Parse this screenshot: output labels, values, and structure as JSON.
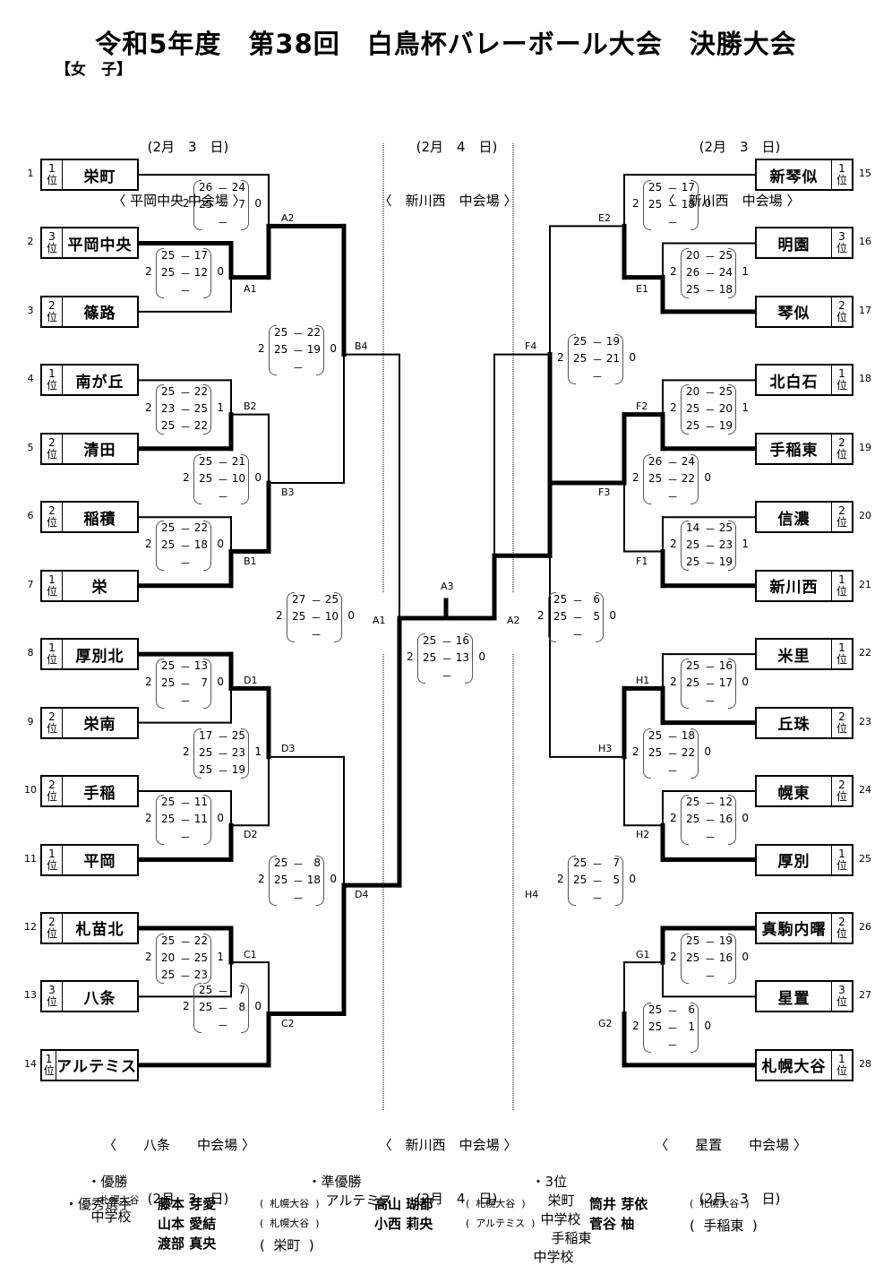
{
  "title": "令和5年度　第38回　白鳥杯バレーボール大会　決勝大会",
  "subtitle": "【女　子】",
  "headers": {
    "top_left": {
      "date": "(2月　3　日)",
      "venue": "〈 平岡中央 中会場 〉"
    },
    "top_center": {
      "date": "(2月　4　日)",
      "venue": "〈　新川西　中会場 〉"
    },
    "top_right": {
      "date": "(2月　3　日)",
      "venue": "〈　新川西　中会場 〉"
    },
    "bottom_left": {
      "venue": "〈　　八条　　中会場 〉",
      "date": "(2月　3　日)"
    },
    "bottom_center": {
      "venue": "〈　新川西　中会場 〉",
      "date": "(2月　4　日)"
    },
    "bottom_right": {
      "venue": "〈　　星置　　中会場 〉",
      "date": "(2月　3　日)"
    }
  },
  "teams": [
    {
      "seed": "1",
      "rank": "1",
      "rank_suffix": "位",
      "name": "栄町",
      "side": "left"
    },
    {
      "seed": "2",
      "rank": "3",
      "rank_suffix": "位",
      "name": "平岡中央",
      "side": "left"
    },
    {
      "seed": "3",
      "rank": "2",
      "rank_suffix": "位",
      "name": "篠路",
      "side": "left"
    },
    {
      "seed": "4",
      "rank": "1",
      "rank_suffix": "位",
      "name": "南が丘",
      "side": "left"
    },
    {
      "seed": "5",
      "rank": "2",
      "rank_suffix": "位",
      "name": "清田",
      "side": "left"
    },
    {
      "seed": "6",
      "rank": "2",
      "rank_suffix": "位",
      "name": "稲積",
      "side": "left"
    },
    {
      "seed": "7",
      "rank": "1",
      "rank_suffix": "位",
      "name": "栄",
      "side": "left"
    },
    {
      "seed": "8",
      "rank": "1",
      "rank_suffix": "位",
      "name": "厚別北",
      "side": "left"
    },
    {
      "seed": "9",
      "rank": "2",
      "rank_suffix": "位",
      "name": "栄南",
      "side": "left"
    },
    {
      "seed": "10",
      "rank": "2",
      "rank_suffix": "位",
      "name": "手稲",
      "side": "left"
    },
    {
      "seed": "11",
      "rank": "1",
      "rank_suffix": "位",
      "name": "平岡",
      "side": "left"
    },
    {
      "seed": "12",
      "rank": "2",
      "rank_suffix": "位",
      "name": "札苗北",
      "side": "left"
    },
    {
      "seed": "13",
      "rank": "3",
      "rank_suffix": "位",
      "name": "八条",
      "side": "left"
    },
    {
      "seed": "14",
      "rank": "1",
      "rank_suffix": "位",
      "name": "アルテミス",
      "side": "left"
    },
    {
      "seed": "15",
      "rank": "1",
      "rank_suffix": "位",
      "name": "新琴似",
      "side": "right"
    },
    {
      "seed": "16",
      "rank": "3",
      "rank_suffix": "位",
      "name": "明園",
      "side": "right"
    },
    {
      "seed": "17",
      "rank": "2",
      "rank_suffix": "位",
      "name": "琴似",
      "side": "right"
    },
    {
      "seed": "18",
      "rank": "1",
      "rank_suffix": "位",
      "name": "北白石",
      "side": "right"
    },
    {
      "seed": "19",
      "rank": "2",
      "rank_suffix": "位",
      "name": "手稲東",
      "side": "right"
    },
    {
      "seed": "20",
      "rank": "2",
      "rank_suffix": "位",
      "name": "信濃",
      "side": "right"
    },
    {
      "seed": "21",
      "rank": "1",
      "rank_suffix": "位",
      "name": "新川西",
      "side": "right"
    },
    {
      "seed": "22",
      "rank": "1",
      "rank_suffix": "位",
      "name": "米里",
      "side": "right"
    },
    {
      "seed": "23",
      "rank": "2",
      "rank_suffix": "位",
      "name": "丘珠",
      "side": "right"
    },
    {
      "seed": "24",
      "rank": "2",
      "rank_suffix": "位",
      "name": "幌東",
      "side": "right"
    },
    {
      "seed": "25",
      "rank": "1",
      "rank_suffix": "位",
      "name": "厚別",
      "side": "right"
    },
    {
      "seed": "26",
      "rank": "2",
      "rank_suffix": "位",
      "name": "真駒内曙",
      "side": "right"
    },
    {
      "seed": "27",
      "rank": "3",
      "rank_suffix": "位",
      "name": "星置",
      "side": "right"
    },
    {
      "seed": "28",
      "rank": "1",
      "rank_suffix": "位",
      "name": "札幌大谷",
      "side": "right"
    }
  ],
  "matches": [
    {
      "id": "A1",
      "label": "A1",
      "top": "平岡中央",
      "bottom": "篠路",
      "winner": "top",
      "sets_w": "2",
      "sets_l": "0",
      "games": [
        [
          "25",
          "17"
        ],
        [
          "25",
          "12"
        ],
        [
          "",
          ""
        ]
      ]
    },
    {
      "id": "A2",
      "label": "A2",
      "top": "栄町",
      "bottom": "A1",
      "winner": "bottom",
      "sets_w": "2",
      "sets_l": "0",
      "games": [
        [
          "26",
          "24"
        ],
        [
          "25",
          "7"
        ],
        [
          "",
          ""
        ]
      ]
    },
    {
      "id": "B2",
      "label": "B2",
      "top": "南が丘",
      "bottom": "清田",
      "winner": "bottom",
      "sets_w": "2",
      "sets_l": "1",
      "games": [
        [
          "25",
          "22"
        ],
        [
          "23",
          "25"
        ],
        [
          "25",
          "22"
        ]
      ]
    },
    {
      "id": "B1",
      "label": "B1",
      "top": "稲積",
      "bottom": "栄",
      "winner": "bottom",
      "sets_w": "2",
      "sets_l": "0",
      "games": [
        [
          "25",
          "22"
        ],
        [
          "25",
          "18"
        ],
        [
          "",
          ""
        ]
      ]
    },
    {
      "id": "B3",
      "label": "B3",
      "top": "B2",
      "bottom": "B1",
      "winner": "bottom",
      "sets_w": "2",
      "sets_l": "0",
      "games": [
        [
          "25",
          "21"
        ],
        [
          "25",
          "10"
        ],
        [
          "",
          ""
        ]
      ]
    },
    {
      "id": "B4",
      "label": "B4",
      "top": "A2",
      "bottom": "B3",
      "winner": "top",
      "sets_w": "2",
      "sets_l": "0",
      "games": [
        [
          "25",
          "22"
        ],
        [
          "25",
          "19"
        ],
        [
          "",
          ""
        ]
      ]
    },
    {
      "id": "D1",
      "label": "D1",
      "top": "厚別北",
      "bottom": "栄南",
      "winner": "top",
      "sets_w": "2",
      "sets_l": "0",
      "games": [
        [
          "25",
          "13"
        ],
        [
          "25",
          "7"
        ],
        [
          "",
          ""
        ]
      ]
    },
    {
      "id": "D2",
      "label": "D2",
      "top": "手稲",
      "bottom": "平岡",
      "winner": "bottom",
      "sets_w": "2",
      "sets_l": "0",
      "games": [
        [
          "25",
          "11"
        ],
        [
          "25",
          "11"
        ],
        [
          "",
          ""
        ]
      ]
    },
    {
      "id": "D3",
      "label": "D3",
      "top": "D1",
      "bottom": "D2",
      "winner": "top",
      "sets_w": "2",
      "sets_l": "1",
      "games": [
        [
          "17",
          "25"
        ],
        [
          "25",
          "23"
        ],
        [
          "25",
          "19"
        ]
      ]
    },
    {
      "id": "C1",
      "label": "C1",
      "top": "札苗北",
      "bottom": "八条",
      "winner": "top",
      "sets_w": "2",
      "sets_l": "1",
      "games": [
        [
          "25",
          "22"
        ],
        [
          "20",
          "25"
        ],
        [
          "25",
          "23"
        ]
      ]
    },
    {
      "id": "C2",
      "label": "C2",
      "top": "C1",
      "bottom": "アルテミス",
      "winner": "bottom",
      "sets_w": "2",
      "sets_l": "0",
      "games": [
        [
          "25",
          "7"
        ],
        [
          "25",
          "8"
        ],
        [
          "",
          ""
        ]
      ]
    },
    {
      "id": "D4",
      "label": "D4",
      "top": "D3",
      "bottom": "C2",
      "winner": "bottom",
      "sets_w": "2",
      "sets_l": "0",
      "games": [
        [
          "25",
          "8"
        ],
        [
          "25",
          "18"
        ],
        [
          "",
          ""
        ]
      ]
    },
    {
      "id": "SA1",
      "label": "A1",
      "top": "B4",
      "bottom": "D4",
      "winner": "bottom",
      "sets_w": "2",
      "sets_l": "0",
      "games": [
        [
          "27",
          "25"
        ],
        [
          "25",
          "10"
        ],
        [
          "",
          ""
        ]
      ]
    },
    {
      "id": "E1",
      "label": "E1",
      "top": "明園",
      "bottom": "琴似",
      "winner": "bottom",
      "sets_w": "2",
      "sets_l": "1",
      "games": [
        [
          "20",
          "25"
        ],
        [
          "26",
          "24"
        ],
        [
          "25",
          "18"
        ]
      ]
    },
    {
      "id": "E2",
      "label": "E2",
      "top": "新琴似",
      "bottom": "E1",
      "winner": "bottom",
      "sets_w": "2",
      "sets_l": "0",
      "games": [
        [
          "25",
          "17"
        ],
        [
          "25",
          "18"
        ],
        [
          "",
          ""
        ]
      ]
    },
    {
      "id": "F2",
      "label": "F2",
      "top": "北白石",
      "bottom": "手稲東",
      "winner": "bottom",
      "sets_w": "2",
      "sets_l": "1",
      "games": [
        [
          "20",
          "25"
        ],
        [
          "25",
          "20"
        ],
        [
          "25",
          "19"
        ]
      ]
    },
    {
      "id": "F1",
      "label": "F1",
      "top": "信濃",
      "bottom": "新川西",
      "winner": "bottom",
      "sets_w": "2",
      "sets_l": "1",
      "games": [
        [
          "14",
          "25"
        ],
        [
          "25",
          "23"
        ],
        [
          "25",
          "19"
        ]
      ]
    },
    {
      "id": "F3",
      "label": "F3",
      "top": "F2",
      "bottom": "F1",
      "winner": "top",
      "sets_w": "2",
      "sets_l": "0",
      "games": [
        [
          "26",
          "24"
        ],
        [
          "25",
          "22"
        ],
        [
          "",
          ""
        ]
      ]
    },
    {
      "id": "F4",
      "label": "F4",
      "top": "E2",
      "bottom": "F3",
      "winner": "bottom",
      "sets_w": "2",
      "sets_l": "0",
      "games": [
        [
          "25",
          "19"
        ],
        [
          "25",
          "21"
        ],
        [
          "",
          ""
        ]
      ]
    },
    {
      "id": "H1",
      "label": "H1",
      "top": "米里",
      "bottom": "丘珠",
      "winner": "bottom",
      "sets_w": "2",
      "sets_l": "0",
      "games": [
        [
          "25",
          "16"
        ],
        [
          "25",
          "17"
        ],
        [
          "",
          ""
        ]
      ]
    },
    {
      "id": "H2",
      "label": "H2",
      "top": "幌東",
      "bottom": "厚別",
      "winner": "bottom",
      "sets_w": "2",
      "sets_l": "0",
      "games": [
        [
          "25",
          "12"
        ],
        [
          "25",
          "16"
        ],
        [
          "",
          ""
        ]
      ]
    },
    {
      "id": "H3",
      "label": "H3",
      "top": "H1",
      "bottom": "H2",
      "winner": "top",
      "sets_w": "2",
      "sets_l": "0",
      "games": [
        [
          "25",
          "18"
        ],
        [
          "25",
          "22"
        ],
        [
          "",
          ""
        ]
      ]
    },
    {
      "id": "G1",
      "label": "G1",
      "top": "真駒内曙",
      "bottom": "星置",
      "winner": "top",
      "sets_w": "2",
      "sets_l": "0",
      "games": [
        [
          "25",
          "19"
        ],
        [
          "25",
          "16"
        ],
        [
          "",
          ""
        ]
      ]
    },
    {
      "id": "G2",
      "label": "G2",
      "top": "G1",
      "bottom": "札幌大谷",
      "winner": "bottom",
      "sets_w": "2",
      "sets_l": "0",
      "games": [
        [
          "25",
          "6"
        ],
        [
          "25",
          "1"
        ],
        [
          "",
          ""
        ]
      ]
    },
    {
      "id": "H4",
      "label": "H4",
      "top": "F4",
      "bottom": "H3",
      "winner": "top",
      "sets_w": "2",
      "sets_l": "0",
      "games": [
        [
          "25",
          "7"
        ],
        [
          "25",
          "5"
        ],
        [
          "",
          ""
        ]
      ]
    },
    {
      "id": "SA2",
      "label": "A2",
      "top": "F4",
      "bottom": "H4",
      "winner": "bottom",
      "sets_w": "2",
      "sets_l": "0",
      "games": [
        [
          "25",
          "6"
        ],
        [
          "25",
          "5"
        ],
        [
          "",
          ""
        ]
      ]
    },
    {
      "id": "A3",
      "label": "A3",
      "top": "SA1",
      "bottom": "SA2",
      "winner": "bottom",
      "sets_w": "2",
      "sets_l": "0",
      "games": [
        [
          "25",
          "16"
        ],
        [
          "25",
          "13"
        ],
        [
          "",
          ""
        ]
      ]
    }
  ],
  "results": {
    "champion_label": "・優勝",
    "champion_team": "札幌大谷",
    "champion_suffix": "中学校",
    "runner_up_label": "・準優勝",
    "runner_up_team": "アルテミス",
    "third_label": "・3位",
    "third_team_1": "栄町",
    "third_suffix_1": "中学校",
    "third_team_2": "手稲東",
    "third_suffix_2": "中学校"
  },
  "mvp": {
    "label": "・優秀選手",
    "players": [
      {
        "name": "藤本 芽愛",
        "team": "札幌大谷"
      },
      {
        "name": "高山 瑚都",
        "team": "札幌大谷"
      },
      {
        "name": "筒井 芽依",
        "team": "札幌大谷"
      },
      {
        "name": "山本 愛結",
        "team": "札幌大谷"
      },
      {
        "name": "小西 莉央",
        "team": "アルテミス"
      },
      {
        "name": "菅谷 柚",
        "team": "手稲東"
      },
      {
        "name": "渡部 真央",
        "team": "栄町"
      }
    ]
  }
}
